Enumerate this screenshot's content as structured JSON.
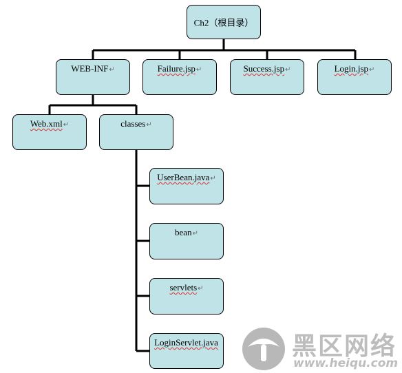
{
  "diagram": {
    "root": {
      "label": "Ch2（根目录）"
    },
    "level1": [
      {
        "label": "WEB-INF",
        "mark": "↵"
      },
      {
        "label": "Failure.jsp",
        "mark": "↵"
      },
      {
        "label": "Success.jsp",
        "mark": "↵"
      },
      {
        "label": "Login.jsp",
        "mark": "↵"
      }
    ],
    "webinf_children": [
      {
        "label": "Web.xml",
        "mark": "↵"
      },
      {
        "label": "classes",
        "mark": "↵"
      }
    ],
    "classes_children": [
      {
        "label": "UserBean.java",
        "mark": "↵"
      },
      {
        "label": "bean",
        "mark": "↵"
      },
      {
        "label": "servlets",
        "mark": "↵"
      },
      {
        "label": "LoginServlet.java",
        "mark": ""
      }
    ]
  },
  "watermark": {
    "text": "黑区网络",
    "url": "www.heiqu.com",
    "colors": {
      "logo": "#b8b8b8"
    }
  },
  "colors": {
    "node_fill": "#bfe3e6",
    "border": "#000000",
    "spellcheck": "#e03030"
  }
}
